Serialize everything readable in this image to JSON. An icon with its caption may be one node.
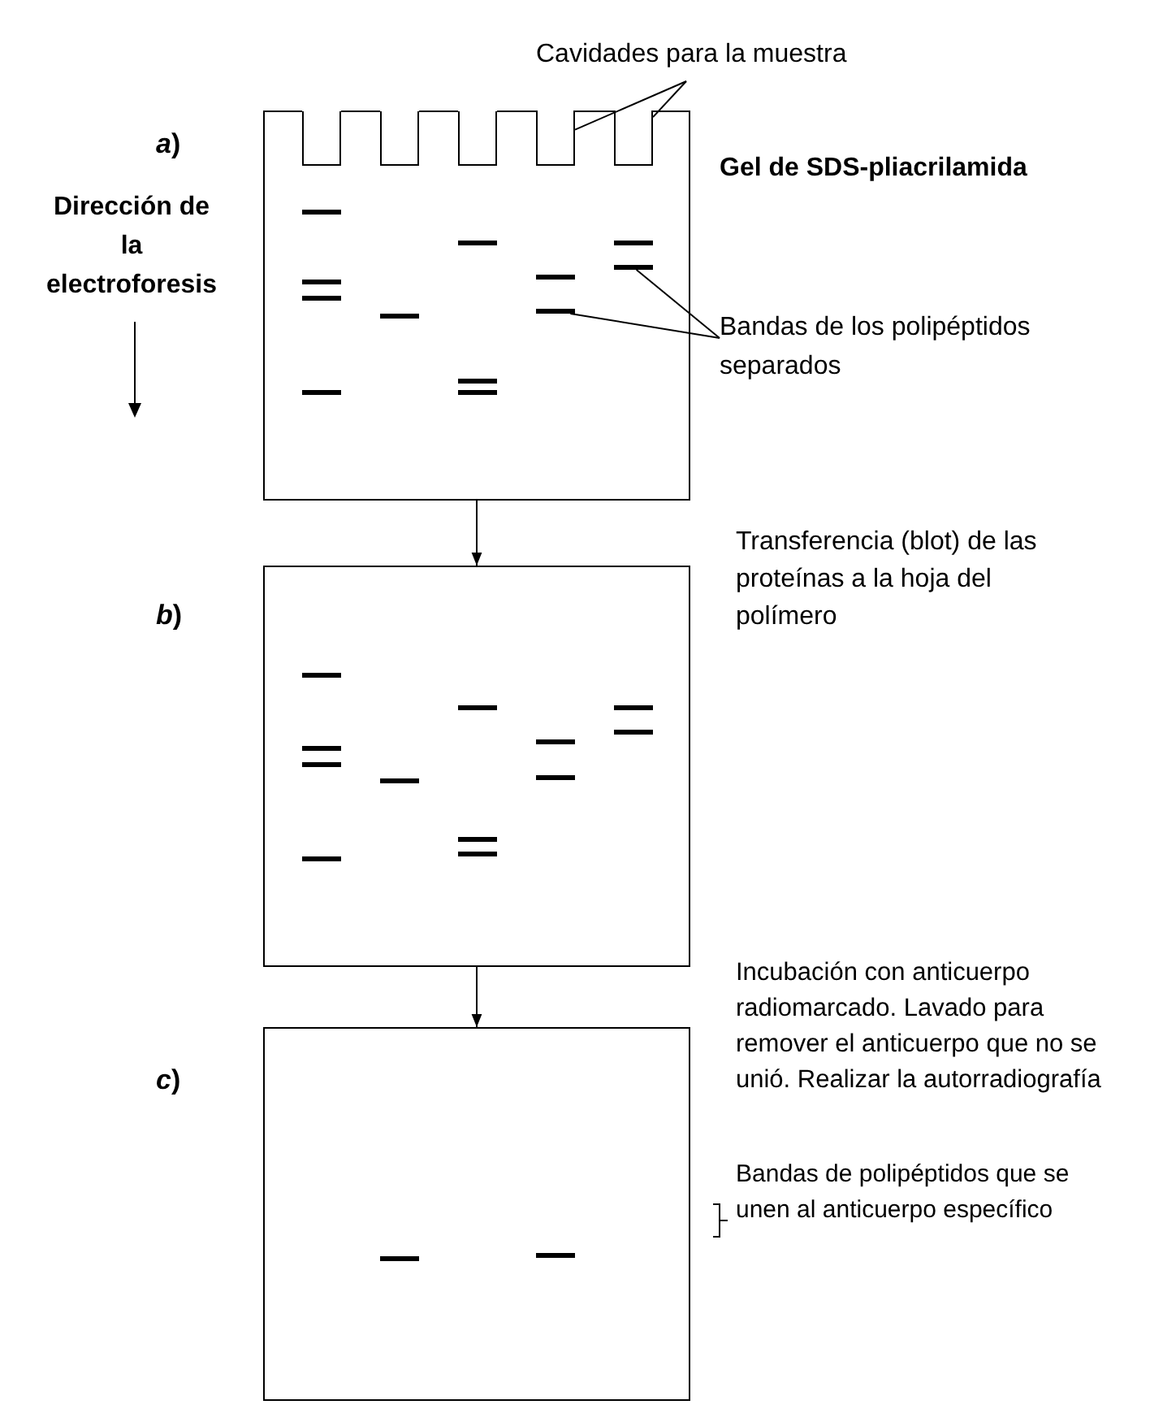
{
  "diagram": {
    "nodes": [
      {
        "text": [],
        "shape": "box",
        "beside": [
          "Gel de SDS-pliacrilamida"
        ]
      },
      {
        "text": [
          "Cavidades para la muestra"
        ]
      },
      {
        "text": [],
        "shape": "box",
        "in": 0
      },
      {
        "text": [],
        "shape": "box",
        "in": 0
      },
      {
        "text": [
          "Bandas de los polipéptidos separados"
        ]
      },
      {
        "text": [],
        "shape": "bar",
        "in": 0
      },
      {
        "text": [],
        "shape": "bar",
        "in": 0
      },
      {
        "text": [],
        "shape": "box"
      },
      {
        "text": [],
        "shape": "box"
      }
    ],
    "edges": [
      {
        "from": 1,
        "to": 2,
        "arrow": "none"
      },
      {
        "from": 1,
        "to": 3,
        "arrow": "none"
      },
      {
        "from": 4,
        "to": 5,
        "arrow": "none"
      },
      {
        "from": 4,
        "to": 6,
        "arrow": "none"
      },
      {
        "from": 0,
        "to": 7,
        "arrow": "to"
      },
      {
        "from": 7,
        "to": 8,
        "arrow": "to"
      }
    ],
    "labels": [
      "*a*)",
      "Dirección de la electroforesis",
      "*b*)",
      "Transferencia (blot) de las proteínas a la hoja del polímero",
      "*c*)",
      "Incubación con anticuerpo radiomarcado. Lavado para remover el anticuerpo que no se unió. Realizar la autorradiografía",
      "Bandas de polipéptidos que se unen al anticuerpo específico"
    ]
  }
}
